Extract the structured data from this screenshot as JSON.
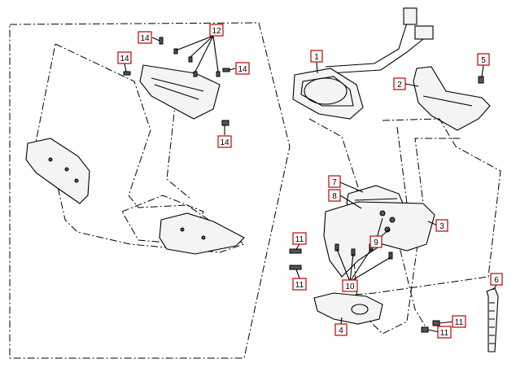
{
  "labels": {
    "l1": "1",
    "l2": "2",
    "l3": "3",
    "l4": "4",
    "l5": "5",
    "l6": "6",
    "l7": "7",
    "l8": "8",
    "l9": "9",
    "l10": "10",
    "l11a": "11",
    "l11b": "11",
    "l11c": "11",
    "l11d": "11",
    "l12": "12",
    "l14a": "14",
    "l14b": "14",
    "l14c": "14",
    "l14d": "14"
  },
  "colors": {
    "callout_border": "#c00000",
    "line": "#000000"
  }
}
